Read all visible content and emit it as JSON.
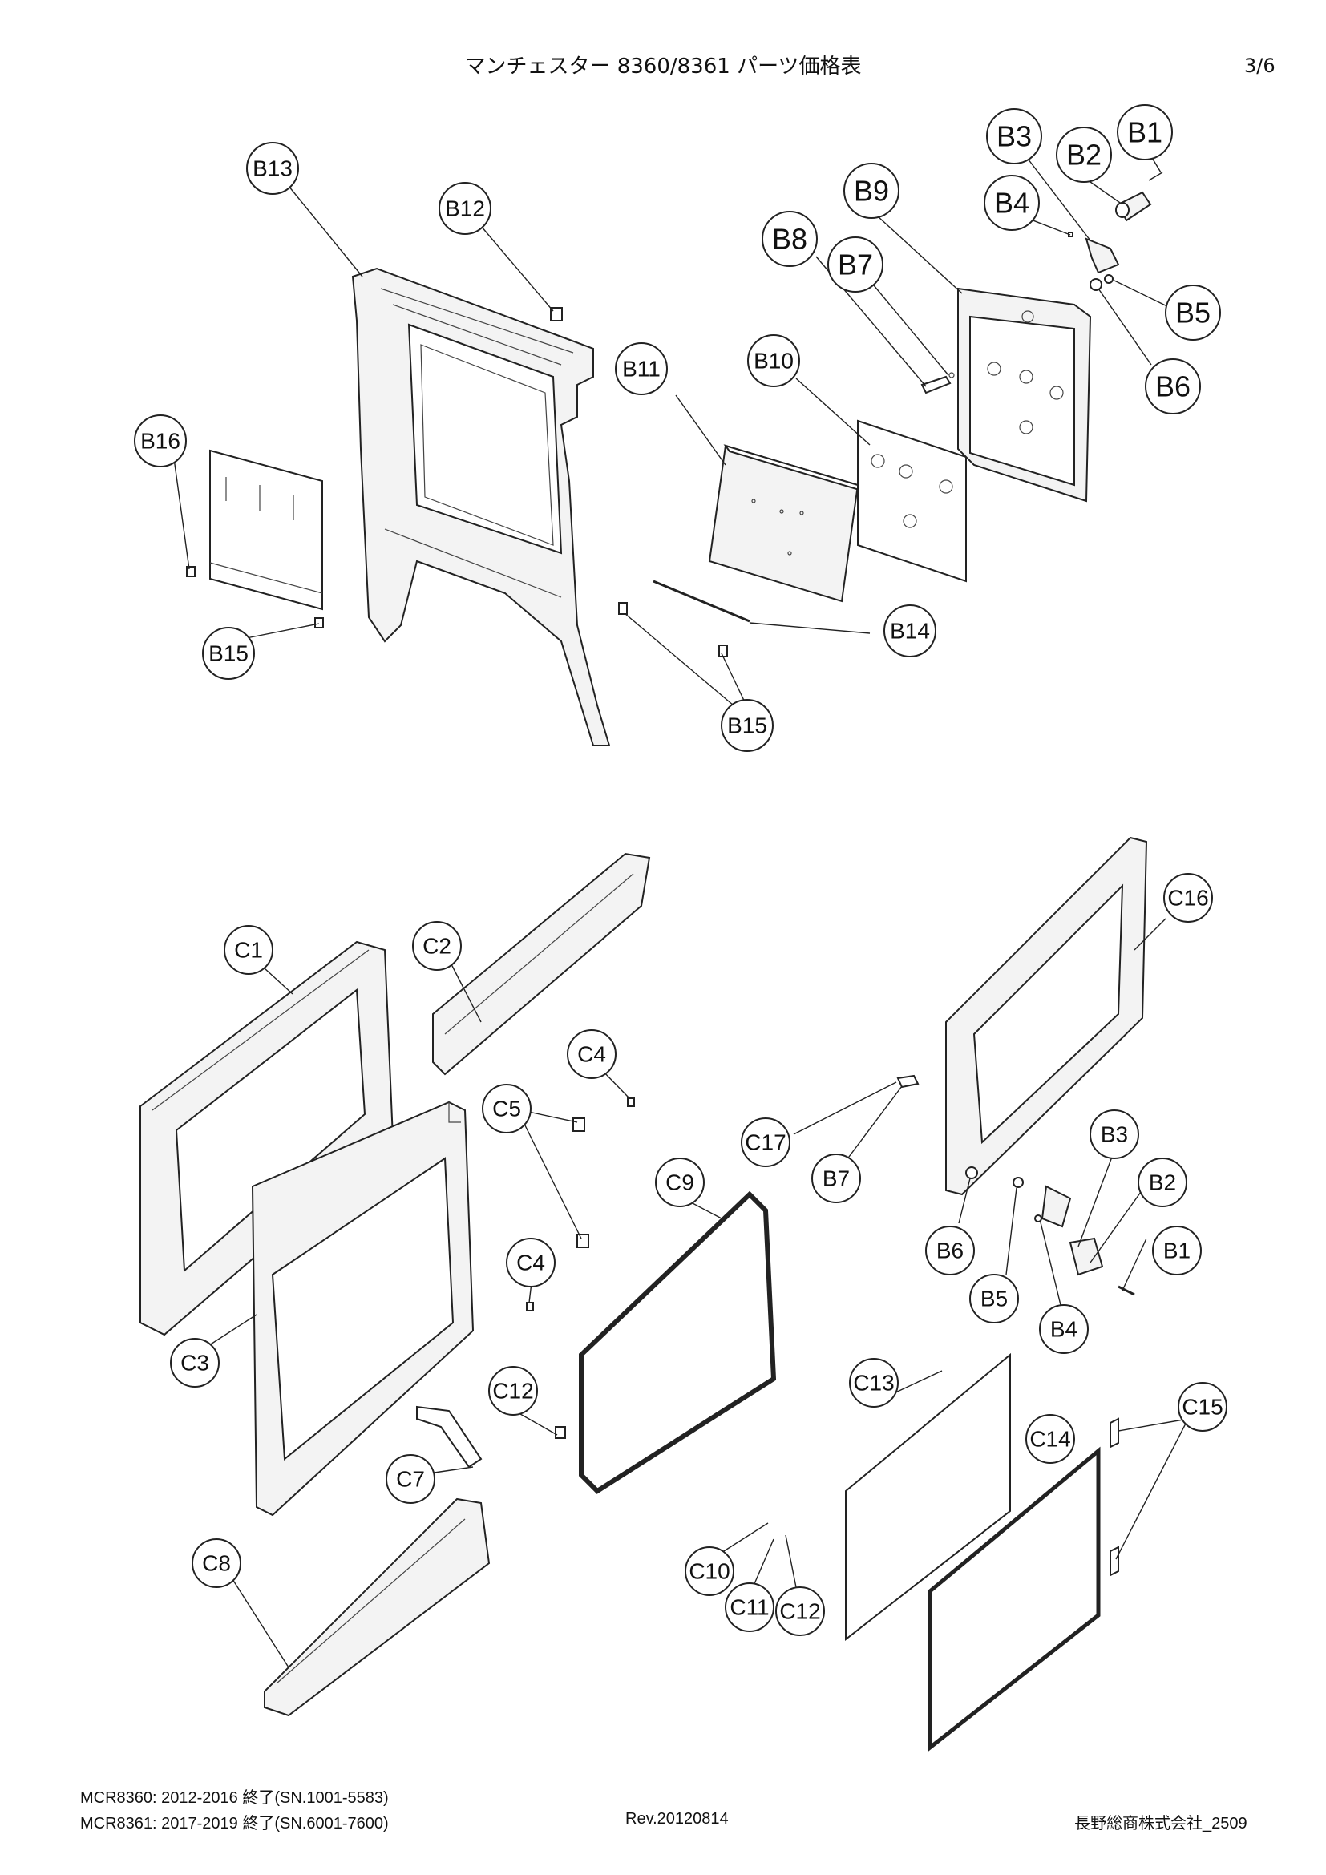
{
  "header": {
    "title": "マンチェスター 8360/8361 パーツ価格表",
    "page": "3/6"
  },
  "callouts": {
    "B1": "B1",
    "B2": "B2",
    "B3": "B3",
    "B4": "B4",
    "B5": "B5",
    "B6": "B6",
    "B7": "B7",
    "B8": "B8",
    "B9": "B9",
    "B10": "B10",
    "B11": "B11",
    "B12": "B12",
    "B13": "B13",
    "B14": "B14",
    "B15": "B15",
    "B16": "B16",
    "C1": "C1",
    "C2": "C2",
    "C3": "C3",
    "C4": "C4",
    "C5": "C5",
    "C7": "C7",
    "C8": "C8",
    "C9": "C9",
    "C10": "C10",
    "C11": "C11",
    "C12": "C12",
    "C13": "C13",
    "C14": "C14",
    "C15": "C15",
    "C16": "C16",
    "C17": "C17"
  },
  "footer": {
    "model_line_1": "MCR8360: 2012-2016 終了(SN.1001-5583)",
    "model_line_2": "MCR8361: 2017-2019 終了(SN.6001-7600)",
    "revision": "Rev.20120814",
    "company": "長野総商株式会社_2509"
  }
}
